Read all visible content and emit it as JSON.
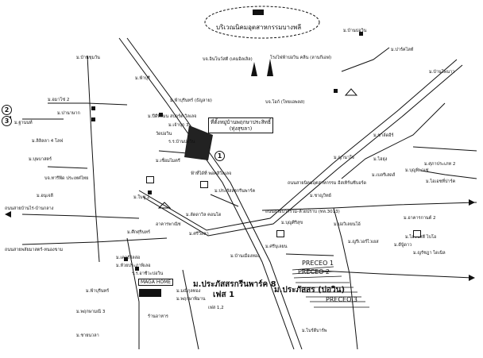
{
  "map": {
    "cloud_label": "บริเวณนิคมอุตสาหกรรมบางพลี",
    "callout_project": "ที่ตั้งหมู่บ้านพฤกษาประสิทธิ์ (ทุ่งสุขลา)",
    "maga_home": "MAGA HOME",
    "precio_1": "PRECEO 1",
    "precio_2": "PRECEO 2",
    "precio_3": "PRECEO 3",
    "hero_ph8": "ม.ประภัสสรกรีนพาร์ค 8",
    "hero_ph1": "เฟส 1",
    "hero_prakasit": "ม.ประภัสสร (บ่อวิน)",
    "phruksa_12": "เฟส 1,2",
    "badge_1": "1",
    "badge_2": "2",
    "badge_3": "3",
    "labels": [
      "บจ.อินโนว์สตี (เคมอิลเลิล)",
      "โรงไฟฟ้าบ่อวิน คลีน (ลานกีเอฟ)",
      "บจ.โอก้ (โทยเอพลส)",
      "ม.ฟ้าบุรี",
      "ม.บ้านชุมวัน",
      "ม.ฟ้าบุรีนทร์ (ธัญลาย)",
      "ม.ปีดีพีไมน สปอร์ต วิลเลจ",
      "ม.เจ้าบุก 3",
      "ม.ปานาษาก",
      "ม.อมาโซ่ 2",
      "ม.ฐานนท์",
      "ม.ลิลิลลา 4 โลฟ",
      "ม.บุษบาสตร์",
      "บจ.ทารีฟิด ประเทศไทย",
      "ม.อนุเจลี",
      "วัดบ่อวิน",
      "ร.ร.บ้านบ่อวิน",
      "ม.เชื่อมไมตรี",
      "ฟ้าที่ได้ที่ พอคลิวิลเลจ",
      "ม.ใบชู 2",
      "ม.ประสัสสรกรีนพาร์ค",
      "ม.ลัดดาวิล คอนโด",
      "ม.ศรีวิลลา",
      "ม.ศึกศุรินทร์",
      "อาคารพาณิช",
      "ม.เคอร์วิลล่อ",
      "ม.ห้วยประภาพิเลอ",
      "ร.ร.อาชีวะบ่อวิน",
      "ม.มณีกุลทอง",
      "ม.พฤกษาพิมาน",
      "ม.ฟ้าบุรีนทร์",
      "ม.พฤกษามณี 3",
      "ม.ชายนวลา",
      "ร้านอาหาร",
      "ม.บ้านเมืองทอง",
      "ถนนสายพลัยมาสตร์-หนองขาม",
      "ถนนสายบ้านไร่-บ้านกลาง",
      "ถนนสายนิคมอุตสาหกรรม อีสเทิร์นซีบอร์ด",
      "ถนนสายปากร่วม-ห้วยปราบ (ทล.3013)",
      "ม.บ่อวิเลยนโอ้",
      "ม.เบลรีเสดส์",
      "ม.บุญพิพาเซ่",
      "ม.ไอเอชที่ปาร์ค",
      "ม.ไฮยุ่ง",
      "ม.ไอโซสตี ไบโอ",
      "ม.ดีบู้ดาว",
      "ม.ปาร์คไลท์",
      "ม.ชาญวิทย์",
      "ม.ญานาใจ",
      "ม.อาคารกานต์ 2",
      "ม.ศรีบุเลยน",
      "ม.ชาล์ดอีร์",
      "ม.บุญศิริสุข",
      "ม.ญรีเวอร์ไวเยส",
      "ม.ศุภาประเภท 2",
      "ม.บ้านบ่อวิน",
      "ม.บ้านโพนาว",
      "ม.ญรัชฎา ไดเนิล",
      "ม.ไบร์ดีบาร์พ"
    ]
  }
}
